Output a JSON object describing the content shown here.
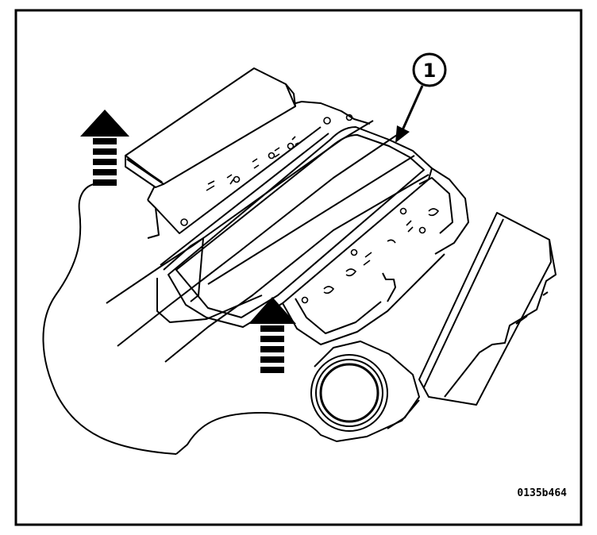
{
  "figure": {
    "callout_number": "1",
    "reference_code": "0135b464",
    "colors": {
      "line": "#000000",
      "background": "#ffffff"
    },
    "arrows": [
      {
        "direction": "up",
        "meaning": "lift-off"
      },
      {
        "direction": "up",
        "meaning": "lift-off"
      }
    ]
  }
}
